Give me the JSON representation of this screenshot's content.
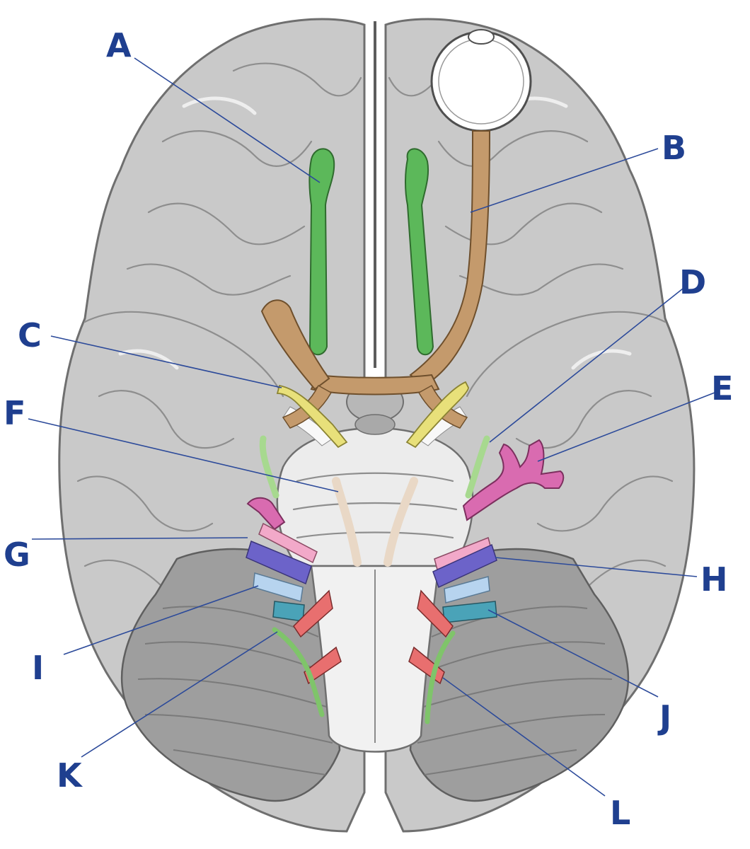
{
  "labels": [
    "A",
    "B",
    "C",
    "D",
    "E",
    "F",
    "G",
    "H",
    "I",
    "J",
    "K",
    "L"
  ],
  "colors": {
    "background": "#ffffff",
    "cerebrum": "#c9c9c9",
    "cerebrum_edge": "#6f6f6f",
    "cerebellum": "#9e9e9e",
    "brainstem": "#ececec",
    "olfactory": "#5cb85a",
    "optic": "#c49a6c",
    "oculomotor": "#e8e07a",
    "trochlear": "#a7d98f",
    "trigeminal": "#d96bb0",
    "abducens": "#e9d8c6",
    "facial_pink": "#f2a9c9",
    "facial_purple": "#6c63c9",
    "vestibulocochlear": "#b7d4ef",
    "glossopharyngeal": "#4aa3b8",
    "vagus": "#e86f6f",
    "accessory": "#7fc46a",
    "label_text": "#1f3f8f"
  }
}
